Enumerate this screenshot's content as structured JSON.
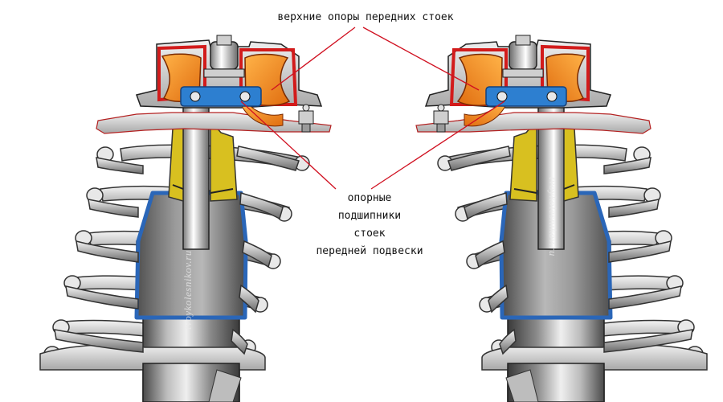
{
  "labels": {
    "top_mounts": "верхние опоры передних стоек",
    "bearings_lines": [
      "опорные",
      "подшипники",
      "стоек",
      "передней подвески"
    ]
  },
  "watermark": "tvoykolesnikov.ru",
  "colors": {
    "leader_line": "#d01020",
    "rubber": "#f08a1a",
    "housing": "#d21b1b",
    "bearing_ring": "#2d7fd0",
    "boot": "#2a66b8",
    "bump_stop": "#d8c020",
    "steel_light": "#dcdcdc",
    "steel_dark": "#5a5a5a"
  }
}
